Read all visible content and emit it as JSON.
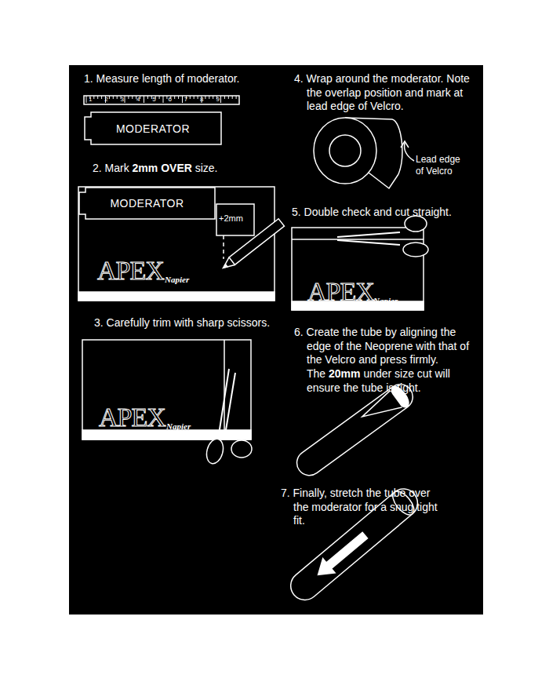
{
  "diagram": {
    "nodes": [
      {
        "text": [
          "MODERATOR"
        ]
      },
      {
        "text": [
          "MODERATOR"
        ]
      }
    ],
    "labels": [
      "1. Measure length of moderator.",
      "1",
      "2",
      "3",
      "4",
      "5",
      "6",
      "7",
      "8",
      "9",
      "2. Mark",
      "2mm OVER",
      "size.",
      "+2mm",
      "APEX",
      "Napier",
      "3. Carefully trim with sharp scissors.",
      "APEX",
      "Napier",
      "4. Wrap around the moderator. Note the overlap position and mark at lead edge of Velcro.",
      "Lead edge of Velcro",
      "5. Double check and cut straight.",
      "APEX",
      "Napier",
      "6. Create the tube by aligning the edge of the Neoprene with that of the Velcro and press firmly.",
      "The",
      "20mm",
      "under size cut will ensure the tube is tight.",
      "7. Finally, stretch the tube over the moderator for a snug tight fit."
    ]
  }
}
